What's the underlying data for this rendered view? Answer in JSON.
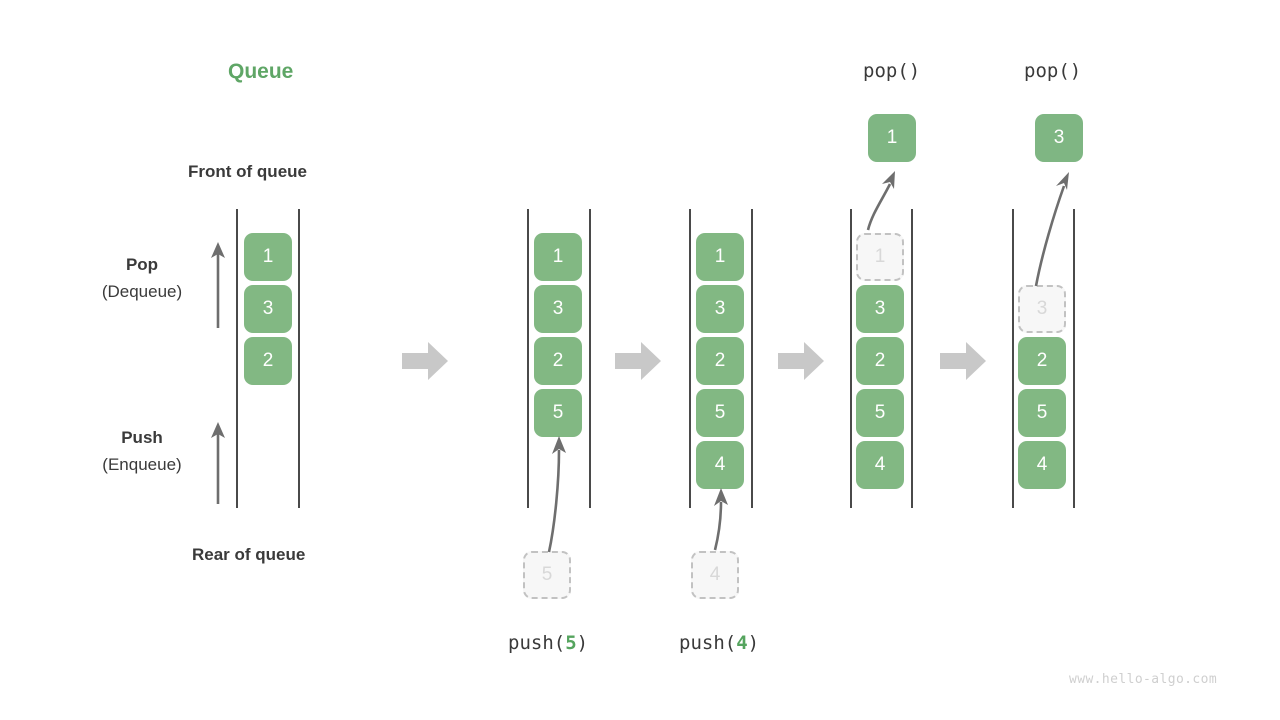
{
  "title": "Queue",
  "labels": {
    "front": "Front of queue",
    "rear": "Rear of queue",
    "pop_main": "Pop",
    "pop_sub": "(Dequeue)",
    "push_main": "Push",
    "push_sub": "(Enqueue)"
  },
  "colors": {
    "accent_green": "#5FA666",
    "cell_green": "#82B883",
    "text_dark": "#3A3A3A",
    "ghost_fill": "#F7F7F7",
    "ghost_border": "#C2C2C2",
    "ghost_text": "#D8D8D8",
    "rail": "#4A4A4A",
    "flow_arrow": "#C8C8C8",
    "watermark": "#CFCFCF"
  },
  "watermark": "www.hello-algo.com",
  "operations": {
    "push5": {
      "prefix": "push(",
      "arg": "5",
      "suffix": ")"
    },
    "push4": {
      "prefix": "push(",
      "arg": "4",
      "suffix": ")"
    },
    "pop1": "pop()",
    "pop2": "pop()"
  },
  "columns": [
    {
      "name": "initial-queue",
      "cells": [
        "1",
        "3",
        "2"
      ],
      "ghost": null,
      "popped": null
    },
    {
      "name": "after-push-5",
      "cells": [
        "1",
        "3",
        "2",
        "5"
      ],
      "ghost": "5",
      "popped": null
    },
    {
      "name": "after-push-4",
      "cells": [
        "1",
        "3",
        "2",
        "5",
        "4"
      ],
      "ghost": "4",
      "popped": null
    },
    {
      "name": "after-pop-1",
      "cells": [
        "3",
        "2",
        "5",
        "4"
      ],
      "ghost": "1",
      "popped": "1"
    },
    {
      "name": "after-pop-3",
      "cells": [
        "2",
        "5",
        "4"
      ],
      "ghost": "3",
      "popped": "3"
    }
  ]
}
